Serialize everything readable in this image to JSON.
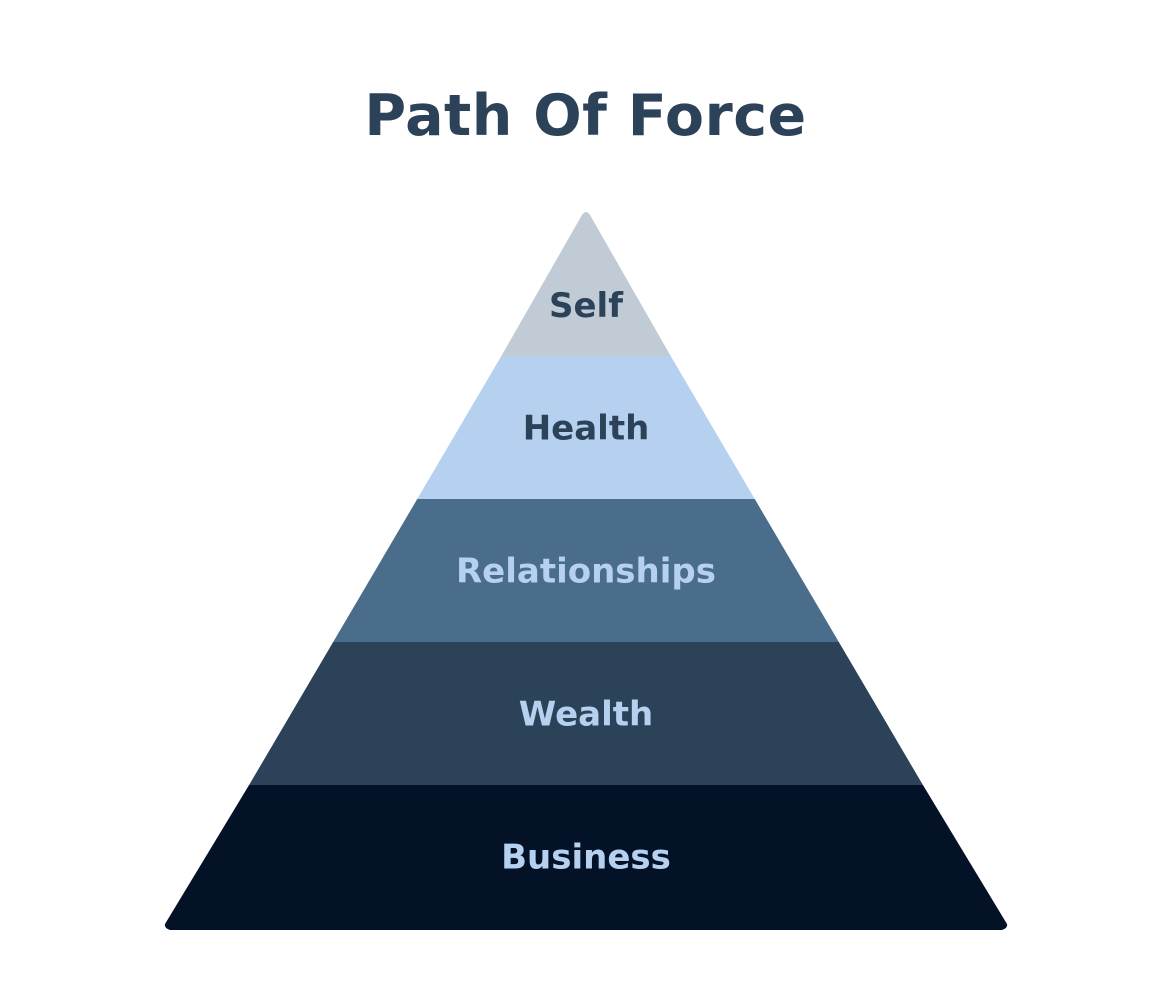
{
  "title": "Path Of Force",
  "layers": [
    {
      "label": "Self",
      "fill": "#c0cbd5",
      "text_color": "#2c4259"
    },
    {
      "label": "Health",
      "fill": "#b6d0f0",
      "text_color": "#2c4259"
    },
    {
      "label": "Relationships",
      "fill": "#4a6d8c",
      "text_color": "#b6d0f0"
    },
    {
      "label": "Wealth",
      "fill": "#2c4259",
      "text_color": "#b6d0f0"
    },
    {
      "label": "Business",
      "fill": "#031226",
      "text_color": "#b6d0f0"
    }
  ]
}
